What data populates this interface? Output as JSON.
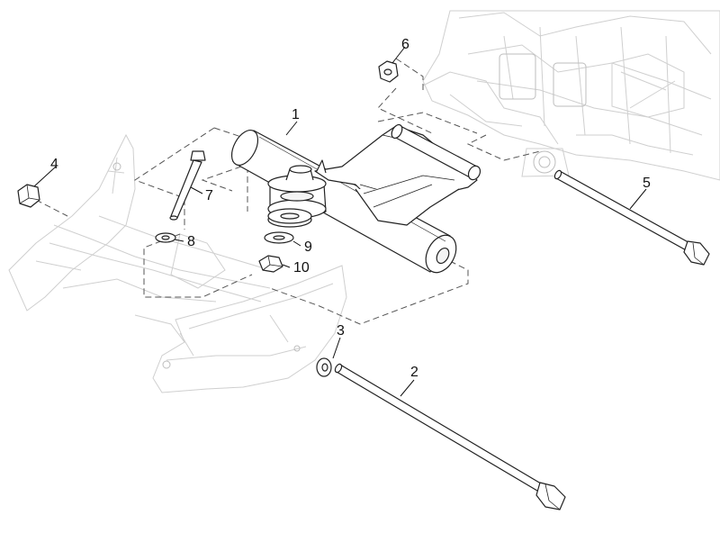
{
  "diagram": {
    "callouts": [
      {
        "id": "1",
        "label": "1"
      },
      {
        "id": "2",
        "label": "2"
      },
      {
        "id": "3",
        "label": "3"
      },
      {
        "id": "4",
        "label": "4"
      },
      {
        "id": "5",
        "label": "5"
      },
      {
        "id": "6",
        "label": "6"
      },
      {
        "id": "7",
        "label": "7"
      },
      {
        "id": "8",
        "label": "8"
      },
      {
        "id": "9",
        "label": "9"
      },
      {
        "id": "10",
        "label": "10"
      }
    ]
  },
  "colors": {
    "line": "#222222",
    "ghost": "#cfcfcf",
    "background": "#ffffff"
  }
}
